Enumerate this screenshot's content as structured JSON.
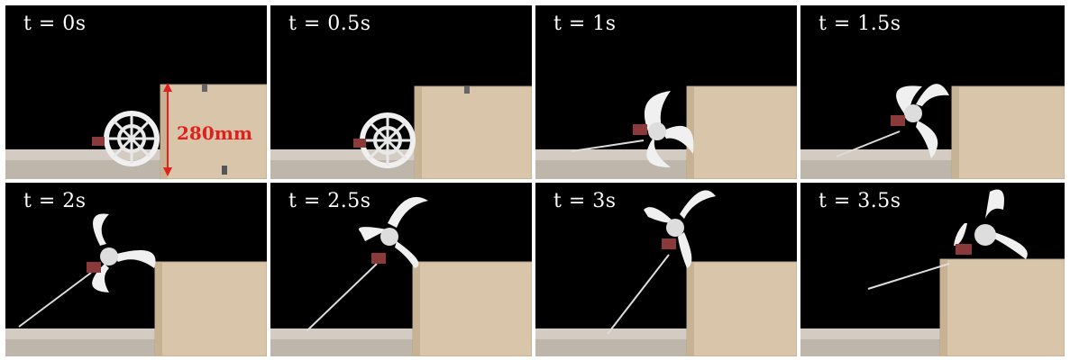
{
  "frames": [
    {
      "label": "t = 0s"
    },
    {
      "label": "t = 0.5s"
    },
    {
      "label": "t = 1s"
    },
    {
      "label": "t = 1.5s"
    },
    {
      "label": "t = 2s"
    },
    {
      "label": "t = 2.5s"
    },
    {
      "label": "t = 3s"
    },
    {
      "label": "t = 3.5s"
    }
  ],
  "dimension": {
    "label": "280mm",
    "color": "#e0201c"
  },
  "colors": {
    "background": "#000000",
    "box": "#d9c6aa",
    "floor": "#d8cfc4",
    "robot": "#f2f2f2"
  }
}
